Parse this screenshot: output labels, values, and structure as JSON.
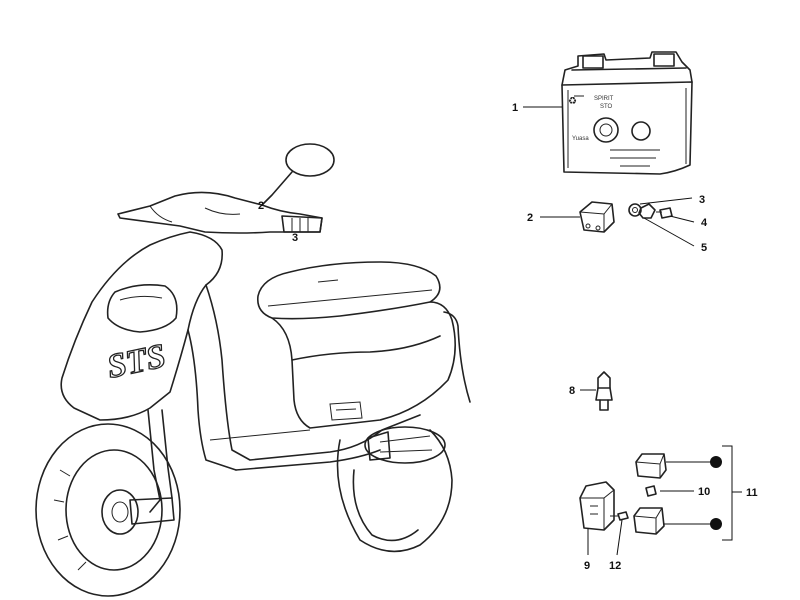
{
  "callouts": {
    "c1": "1",
    "c2": "2",
    "c3": "3",
    "c4": "4",
    "c5": "5",
    "c8": "8",
    "c9": "9",
    "c10": "10",
    "c11": "11",
    "c12": "12",
    "s2": "2",
    "s3": "3"
  },
  "battery_label": {
    "line1": "SPIRIT",
    "line2": "STO",
    "brand": "Yuasa"
  },
  "scooter_logo": "STS",
  "colors": {
    "ink": "#222222",
    "dot": "#111111",
    "background": "#ffffff"
  }
}
